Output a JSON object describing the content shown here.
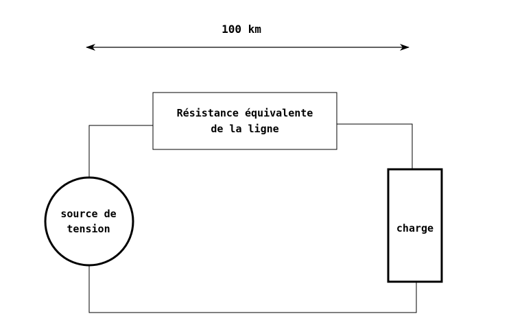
{
  "diagram": {
    "distance_label": "100 km",
    "resistance_label": {
      "line1": "Résistance équivalente",
      "line2": "de la ligne"
    },
    "source_label": {
      "line1": "source de",
      "line2": "tension"
    },
    "load_label": "charge",
    "stroke_color": "#000000",
    "background_color": "#ffffff"
  }
}
